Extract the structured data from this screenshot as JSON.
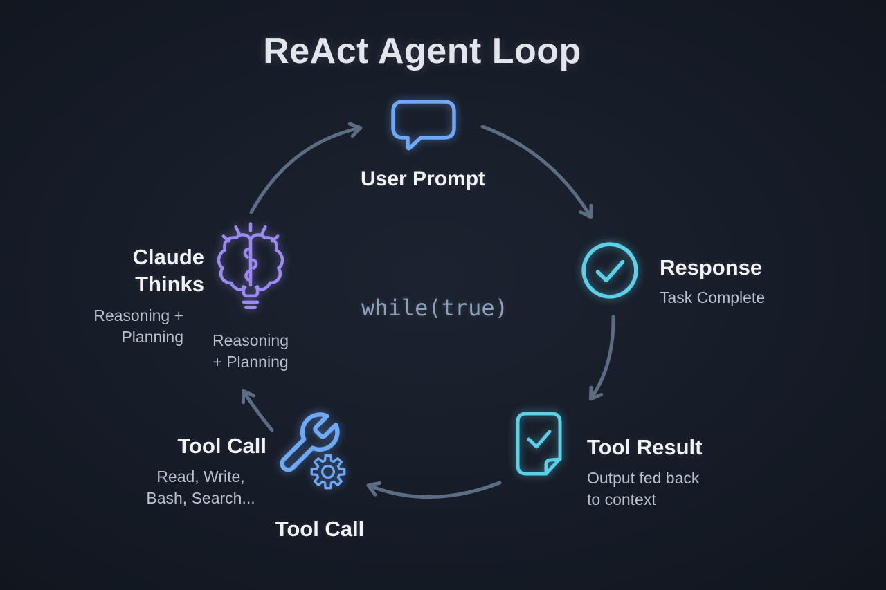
{
  "title": "ReAct Agent Loop",
  "center_code": "while(true)",
  "colors": {
    "background": "#161c27",
    "arrow": "#5c6c82",
    "blue_icon": "#6ea9f7",
    "cyan_icon": "#5bd0e9",
    "purple_icon": "#9b8bf1",
    "heading_text": "#f1f3f6",
    "sub_text": "#b7c1cf",
    "code_text": "#8da0b8"
  },
  "nodes": {
    "user_prompt": {
      "label": "User Prompt",
      "icon": "speech-bubble-icon"
    },
    "response": {
      "label": "Response",
      "sublabel": "Task Complete",
      "icon": "check-circle-icon"
    },
    "tool_result": {
      "label": "Tool Result",
      "sublabel_line1": "Output fed back",
      "sublabel_line2": "to context",
      "icon": "document-check-icon"
    },
    "tool_call": {
      "label": "Tool Call",
      "sublabel_line1": "Read, Write,",
      "sublabel_line2": "Bash, Search...",
      "caption": "Tool Call",
      "icon": "wrench-gear-icon"
    },
    "claude_thinks": {
      "label_line1": "Claude",
      "label_line2": "Thinks",
      "sublabel_line1": "Reasoning +",
      "sublabel_line2": "Planning",
      "caption_line1": "Reasoning",
      "caption_line2": "+ Planning",
      "icon": "brain-bulb-icon"
    }
  }
}
